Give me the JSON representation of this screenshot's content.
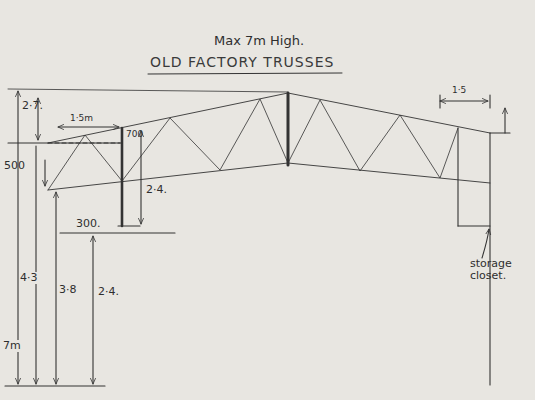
{
  "diagram": {
    "title": "OLD FACTORY TRUSSES",
    "labels": [
      "Max 7m High.",
      "2·7.",
      "1·5m",
      "700",
      "500",
      "4·3",
      "2·4.",
      "3·8",
      "300.",
      "2·4.",
      "7m",
      "1·5",
      "storage closet."
    ]
  }
}
